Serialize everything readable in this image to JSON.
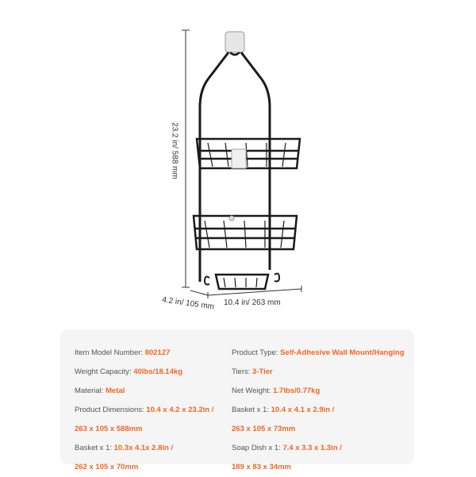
{
  "dimensions": {
    "height": "23.2 in/ 588 mm",
    "depth": "4.2 in/ 105 mm",
    "width": "10.4 in/ 263 mm"
  },
  "specs_left": [
    {
      "label": "Item Model Number:",
      "value": "802127"
    },
    {
      "label": "Weight Capacity:",
      "value": "40lbs/18.14kg"
    },
    {
      "label": "Material:",
      "value": "Metal"
    },
    {
      "label": "Product Dimensions:",
      "value": "10.4 x 4.2 x 23.2in /"
    },
    {
      "label": "",
      "value": "263 x 105 x 588mm"
    },
    {
      "label": "Basket x 1:",
      "value": "10.3x 4.1x 2.8in /"
    },
    {
      "label": "",
      "value": "262 x 105 x 70mm"
    }
  ],
  "specs_right": [
    {
      "label": "Product Type:",
      "value": "Self-Adhesive Wall Mount/Hanging"
    },
    {
      "label": "Tiers:",
      "value": "3-Tier"
    },
    {
      "label": "Net Weight:",
      "value": "1.7lbs/0.77kg"
    },
    {
      "label": "Basket x 1:",
      "value": "10.4 x 4.1 x 2.9in /"
    },
    {
      "label": "",
      "value": "263 x 105 x 73mm"
    },
    {
      "label": "Soap Dish x 1:",
      "value": "7.4 x 3.3 x 1.3in /"
    },
    {
      "label": "",
      "value": "189 x 83 x 34mm"
    }
  ],
  "colors": {
    "accent": "#f26522",
    "label": "#555555",
    "card": "#f5f5f5",
    "product": "#1a1a1a"
  }
}
